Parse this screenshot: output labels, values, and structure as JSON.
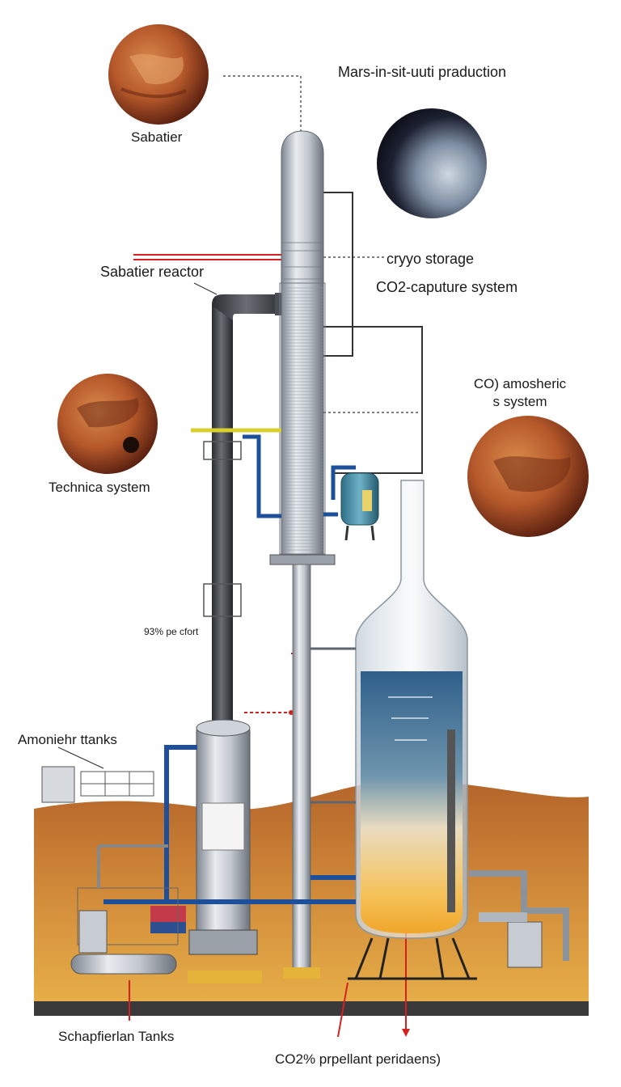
{
  "labels": {
    "title": "Mars-in-sit-uuti praduction",
    "sabatier_top": "Sabatier",
    "cryo_storage": "cryyo storage",
    "sabatier_reactor": "Sabatier reactor",
    "co2_capture": "CO2-caputure system",
    "co_atmospheric_line1": "CO) amosheric",
    "co_atmospheric_line2": "s system",
    "technical_system": "Technica system",
    "percent_label": "93% pe cfort",
    "ammonia_tanks": "Amoniehr ttanks",
    "schapflerian_tanks": "Schapfierlan Tanks",
    "propellant": "CO2% prpellant peridaens)"
  },
  "colors": {
    "mars_orange": "#b5582a",
    "mars_dark": "#6b2a12",
    "ground": "#c97a33",
    "pipe_blue": "#1e4f9a",
    "steel": "#b9bfc8",
    "liquid_blue": "#3f6f96",
    "liquid_yellow": "#f2b33a",
    "red_marker": "#d62020"
  },
  "icons": {
    "planet_top_left": "mars-planet-icon",
    "planet_dark": "dark-planet-icon",
    "planet_mid_left": "mars-planet-icon",
    "planet_right": "mars-planet-icon"
  }
}
